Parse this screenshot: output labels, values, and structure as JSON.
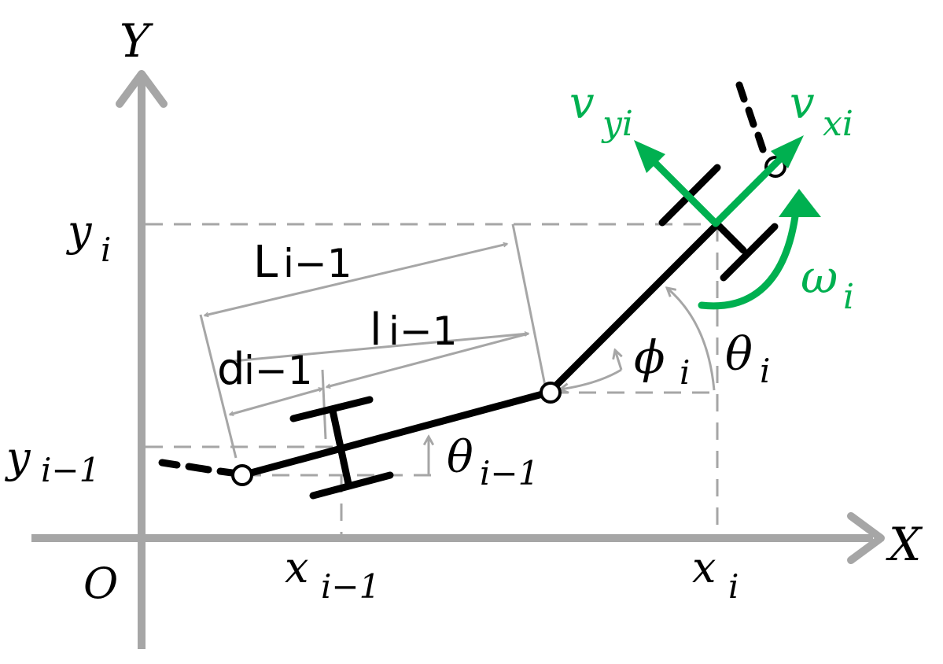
{
  "labels": {
    "axis_x": "X",
    "axis_y": "Y",
    "origin": "O",
    "x_prev_main": "x",
    "x_prev_sub": "i−1",
    "x_cur_main": "x",
    "x_cur_sub": "i",
    "y_prev_main": "y",
    "y_prev_sub": "i−1",
    "y_cur_main": "y",
    "y_cur_sub": "i",
    "L_main": "L",
    "L_sub": "i−1",
    "l_main": "l",
    "l_sub": "i−1",
    "d_main": "d",
    "d_sub": "i−1",
    "theta_prev_main": "θ",
    "theta_prev_sub": "i−1",
    "phi_main": "ϕ",
    "phi_sub": "i",
    "theta_main": "θ",
    "theta_sub": "i",
    "vx_main": "v",
    "vx_sub": "xi",
    "vy_main": "v",
    "vy_sub": "yi",
    "omega_main": "ω",
    "omega_sub": "i"
  },
  "colors": {
    "gray": "#a6a6a6",
    "black": "#000000",
    "green": "#00b050"
  }
}
